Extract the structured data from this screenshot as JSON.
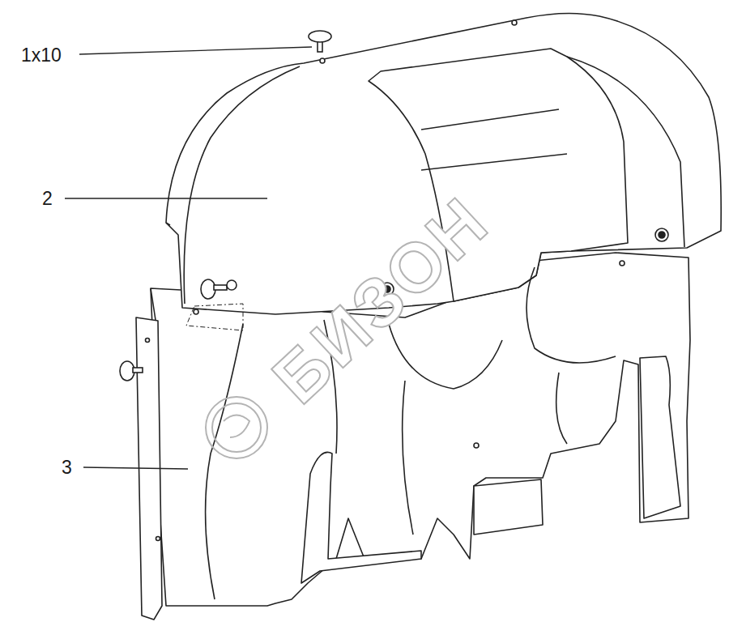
{
  "diagram": {
    "labels": [
      "1x10",
      "2",
      "3",
      "БИЗОН"
    ]
  }
}
